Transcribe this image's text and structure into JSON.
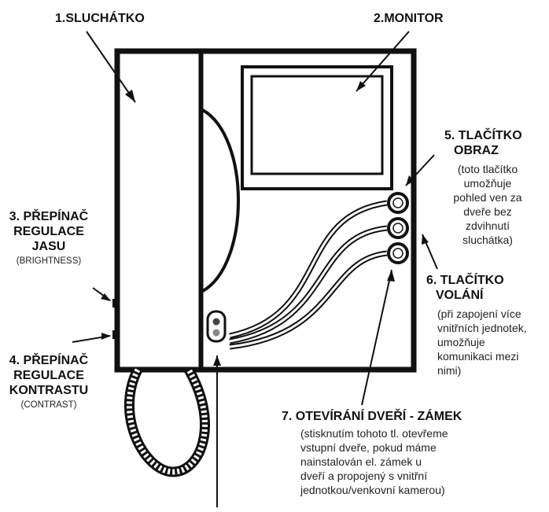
{
  "labels": {
    "handset": "1.SLUCHÁTKO",
    "monitor": "2.MONITOR",
    "brightness_title": [
      "3. PŘEPÍNAČ",
      "REGULACE",
      "JASU"
    ],
    "brightness_sub": "(BRIGHTNESS)",
    "contrast_title": [
      "4. PŘEPÍNAČ",
      "REGULACE",
      "KONTRASTU"
    ],
    "contrast_sub": "(CONTRAST)",
    "image_button_title": [
      "5. TLAČÍTKO",
      "OBRAZ"
    ],
    "image_button_desc": [
      "(toto tlačítko",
      "umožňuje",
      "pohled ven za",
      "dveře bez",
      "zdvihnutí",
      "sluchátka)"
    ],
    "call_button_title": [
      "6. TLAČÍTKO",
      "VOLÁNÍ"
    ],
    "call_button_desc": [
      "(při zapojení více",
      "vnitřních jednotek,",
      "umožňuje",
      "komunikaci mezi",
      "nimi)"
    ],
    "door_lock_title": "7. OTEVÍRÁNÍ DVEŘÍ - ZÁMEK",
    "door_lock_desc": [
      "(stisknutím tohoto tl. otevřeme",
      "vstupní dveře, pokud máme",
      "nainstalován el. zámek u",
      "dveří a propojený s vnitřní",
      "jednotkou/venkovní kamerou)"
    ]
  },
  "colors": {
    "line": "#111111",
    "background": "#ffffff"
  }
}
